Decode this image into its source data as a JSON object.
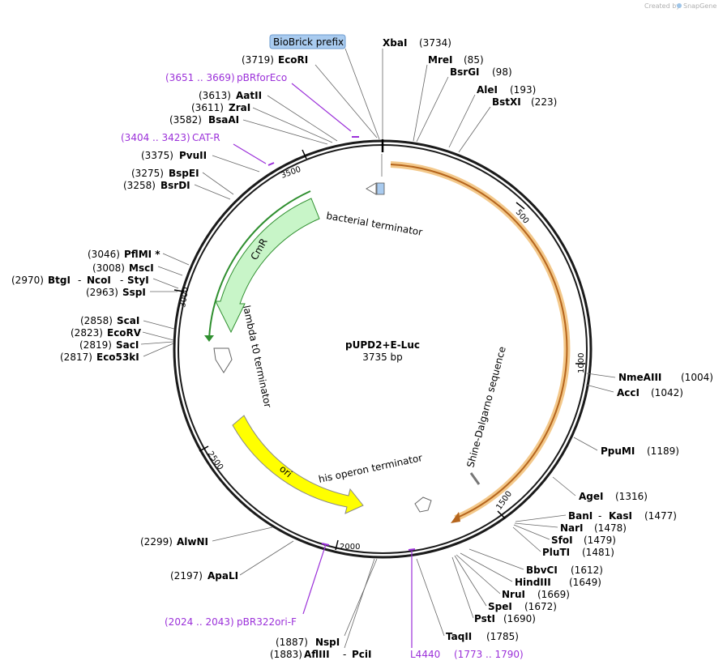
{
  "credit": {
    "created_by": "Created by",
    "brand": "SnapGene"
  },
  "plasmid": {
    "name": "pUPD2+E-Luc",
    "size": "3735 bp"
  },
  "ticks": [
    "500",
    "1000",
    "1500",
    "2000",
    "2500",
    "3000",
    "3500"
  ],
  "features": [
    {
      "name": "bacterial terminator"
    },
    {
      "name": "CmR"
    },
    {
      "name": "lambda t0 terminator"
    },
    {
      "name": "ori"
    },
    {
      "name": "his operon terminator"
    },
    {
      "name": "Shine-Dalgarno sequence"
    },
    {
      "name": "BioBrick prefix"
    }
  ],
  "sites": [
    {
      "name": "XbaI",
      "pos": "(3734)"
    },
    {
      "name": "MreI",
      "pos": "(85)"
    },
    {
      "name": "BsrGI",
      "pos": "(98)"
    },
    {
      "name": "AleI",
      "pos": "(193)"
    },
    {
      "name": "BstXI",
      "pos": "(223)"
    },
    {
      "name": "NmeAIII",
      "pos": "(1004)"
    },
    {
      "name": "AccI",
      "pos": "(1042)"
    },
    {
      "name": "PpuMI",
      "pos": "(1189)"
    },
    {
      "name": "AgeI",
      "pos": "(1316)"
    },
    {
      "name": "BanI",
      "name2": "KasI",
      "pos": "(1477)"
    },
    {
      "name": "NarI",
      "pos": "(1478)"
    },
    {
      "name": "SfoI",
      "pos": "(1479)"
    },
    {
      "name": "PluTI",
      "pos": "(1481)"
    },
    {
      "name": "BbvCI",
      "pos": "(1612)"
    },
    {
      "name": "HindIII",
      "pos": "(1649)"
    },
    {
      "name": "NruI",
      "pos": "(1669)"
    },
    {
      "name": "SpeI",
      "pos": "(1672)"
    },
    {
      "name": "PstI",
      "pos": "(1690)"
    },
    {
      "name": "TaqII",
      "pos": "(1785)"
    },
    {
      "name": "NspI",
      "pos": "(1887)"
    },
    {
      "name": "AflIII",
      "name2": "PciI",
      "pos": "(1883)"
    },
    {
      "name": "ApaLI",
      "pos": "(2197)"
    },
    {
      "name": "AlwNI",
      "pos": "(2299)"
    },
    {
      "name": "Eco53kI",
      "pos": "(2817)"
    },
    {
      "name": "SacI",
      "pos": "(2819)"
    },
    {
      "name": "EcoRV",
      "pos": "(2823)"
    },
    {
      "name": "ScaI",
      "pos": "(2858)"
    },
    {
      "name": "SspI",
      "pos": "(2963)"
    },
    {
      "name": "BtgI",
      "name2": "NcoI",
      "name3": "StyI",
      "pos": "(2970)"
    },
    {
      "name": "MscI",
      "pos": "(3008)"
    },
    {
      "name": "PflMI *",
      "pos": "(3046)"
    },
    {
      "name": "BsrDI",
      "pos": "(3258)"
    },
    {
      "name": "BspEI",
      "pos": "(3275)"
    },
    {
      "name": "PvuII",
      "pos": "(3375)"
    },
    {
      "name": "BsaAI",
      "pos": "(3582)"
    },
    {
      "name": "ZraI",
      "pos": "(3611)"
    },
    {
      "name": "AatII",
      "pos": "(3613)"
    },
    {
      "name": "EcoRI",
      "pos": "(3719)"
    }
  ],
  "primers": [
    {
      "range": "(3651 .. 3669)",
      "name": "pBRforEco"
    },
    {
      "range": "(3404 .. 3423)",
      "name": "CAT-R"
    },
    {
      "range": "(2024 .. 2043)",
      "name": "pBR322ori-F"
    },
    {
      "name": "L4440",
      "range": "(1773 .. 1790)"
    }
  ],
  "colors": {
    "backbone": "#1a1a1a",
    "orf_highlight": "#f3c88a",
    "orf_line": "#b5651d",
    "cmr_fill": "#c8f5c8",
    "cmr_stroke": "#2f8f2f",
    "ori_fill": "#ffff00",
    "biobrick": "#a9cbef",
    "primer": "#9b30d9"
  }
}
